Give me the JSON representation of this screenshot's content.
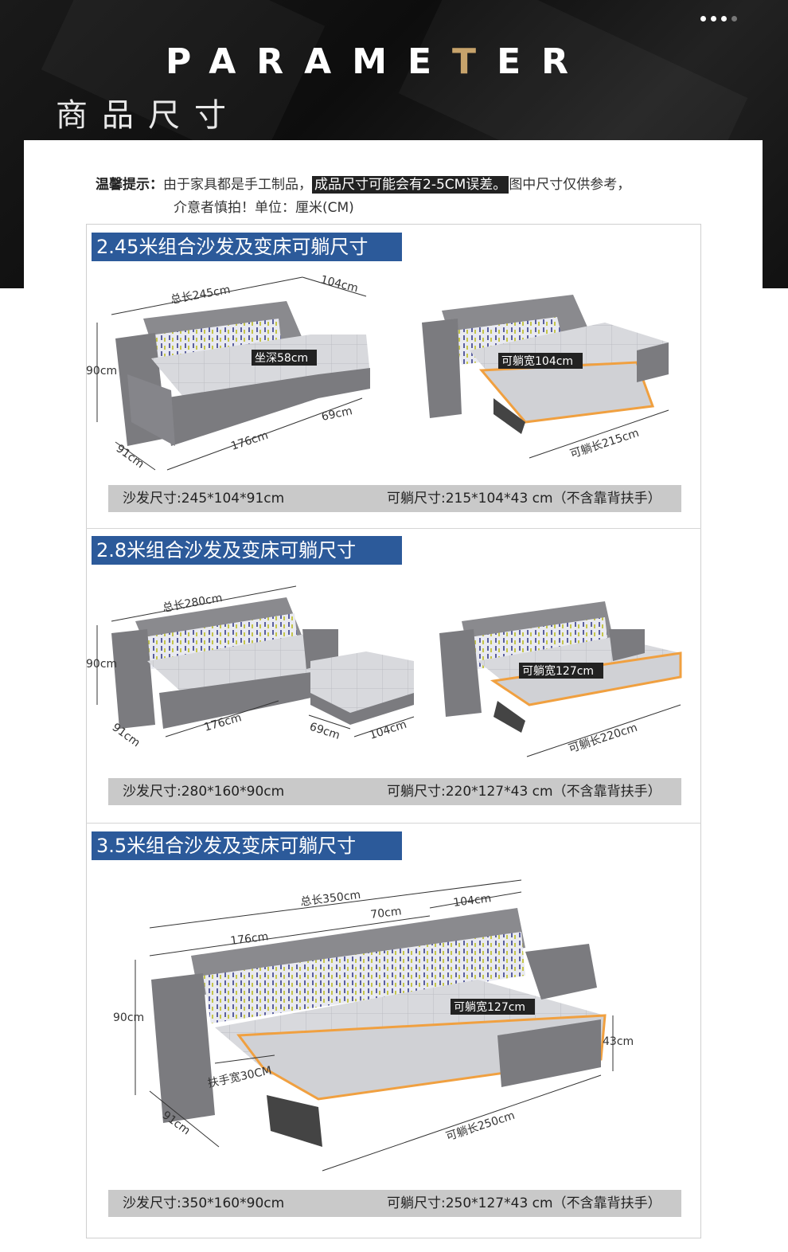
{
  "header": {
    "dots": [
      "dot",
      "dot",
      "dot",
      "dot"
    ],
    "title_pre": "PARAME",
    "title_accent": "T",
    "title_post": "ER",
    "subtitle": "商品尺寸",
    "accent_color": "#c7a36b"
  },
  "notice": {
    "label": "温馨提示：",
    "text_before": "由于家具都是手工制品，",
    "highlight": "成品尺寸可能会有2-5CM误差。",
    "text_after": "图中尺寸仅供参考，",
    "line2": "介意者慎拍！单位：厘米(CM)"
  },
  "sections": [
    {
      "title": "2.45米组合沙发及变床可躺尺寸",
      "sofa_size": "沙发尺寸:245*104*91cm",
      "bed_size": "可躺尺寸:215*104*43 cm（不含靠背扶手）",
      "dims": {
        "total": "总长245cm",
        "depth_side": "104cm",
        "height": "90cm",
        "seat": "坐深58cm",
        "main": "176cm",
        "chaise": "69cm",
        "depth": "91cm",
        "bed_width": "可躺宽104cm",
        "bed_length": "可躺长215cm"
      }
    },
    {
      "title": "2.8米组合沙发及变床可躺尺寸",
      "sofa_size": "沙发尺寸:280*160*90cm",
      "bed_size": "可躺尺寸:220*127*43 cm（不含靠背扶手）",
      "dims": {
        "total": "总长280cm",
        "height": "90cm",
        "main": "176cm",
        "depth": "91cm",
        "ottoman_w": "69cm",
        "ottoman_l": "104cm",
        "bed_width": "可躺宽127cm",
        "bed_length": "可躺长220cm"
      }
    },
    {
      "title": "3.5米组合沙发及变床可躺尺寸",
      "sofa_size": "沙发尺寸:350*160*90cm",
      "bed_size": "可躺尺寸:250*127*43 cm（不含靠背扶手）",
      "dims": {
        "total": "总长350cm",
        "mid": "70cm",
        "side": "104cm",
        "main": "176cm",
        "height": "90cm",
        "seat_h": "43cm",
        "arm": "扶手宽30CM",
        "depth": "91cm",
        "bed_width": "可躺宽127cm",
        "bed_length": "可躺长250cm"
      }
    }
  ],
  "colors": {
    "section_title_bg": "#2c5a9a",
    "bar_bg": "#c9c9c9",
    "sofa_gray": "#7b7b7f",
    "cushion_light": "#d7d8dc",
    "bed_outline": "#f0a040"
  }
}
